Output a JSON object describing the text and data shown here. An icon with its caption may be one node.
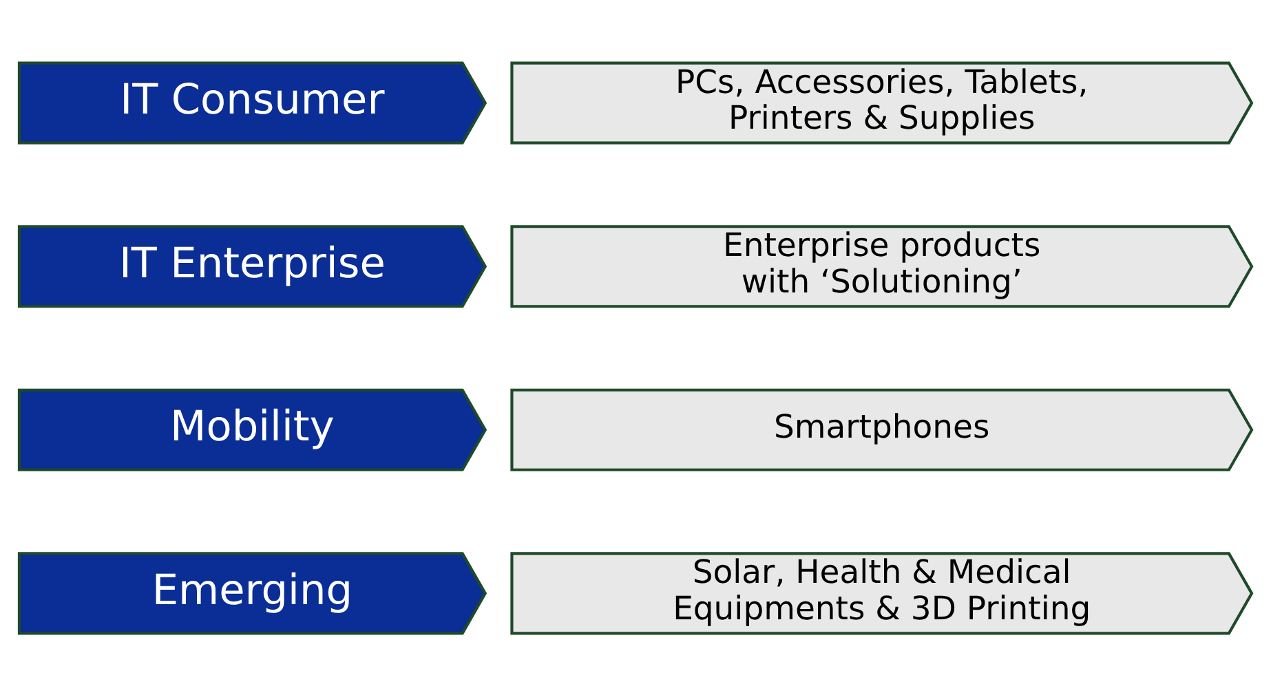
{
  "diagram": {
    "nodes": [
      {
        "text": [
          "IT Consumer"
        ]
      },
      {
        "text": [
          "PCs, Accessories, Tablets, Printers & Supplies"
        ]
      },
      {
        "text": [
          "IT Enterprise"
        ]
      },
      {
        "text": [
          "Enterprise products with ‘Solutioning’"
        ]
      },
      {
        "text": [
          "Mobility"
        ]
      },
      {
        "text": [
          "Smartphones"
        ]
      },
      {
        "text": [
          "Emerging"
        ]
      },
      {
        "text": [
          "Solar, Health & Medical Equipments & 3D Printing"
        ]
      }
    ]
  }
}
